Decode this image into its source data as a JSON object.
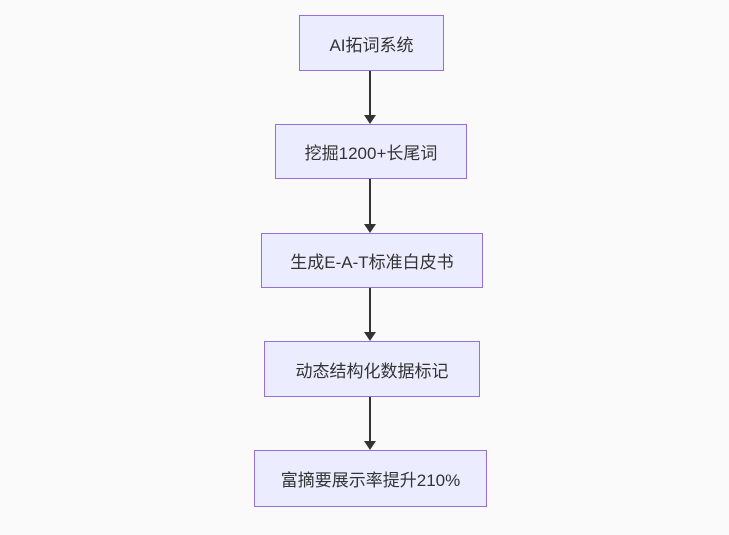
{
  "diagram": {
    "type": "flowchart",
    "direction": "top-down",
    "nodes": [
      {
        "id": "n1",
        "label": "AI拓词系统"
      },
      {
        "id": "n2",
        "label": "挖掘1200+长尾词"
      },
      {
        "id": "n3",
        "label": "生成E-A-T标准白皮书"
      },
      {
        "id": "n4",
        "label": "动态结构化数据标记"
      },
      {
        "id": "n5",
        "label": "富摘要展示率提升210%"
      }
    ],
    "edges": [
      {
        "from": "n1",
        "to": "n2",
        "arrow": "down"
      },
      {
        "from": "n2",
        "to": "n3",
        "arrow": "down"
      },
      {
        "from": "n3",
        "to": "n4",
        "arrow": "down"
      },
      {
        "from": "n4",
        "to": "n5",
        "arrow": "down"
      }
    ],
    "colors": {
      "background": "#fafafa",
      "node_fill": "#ECECFF",
      "node_border": "#9370DB",
      "arrow": "#333333",
      "text": "#333333"
    }
  }
}
